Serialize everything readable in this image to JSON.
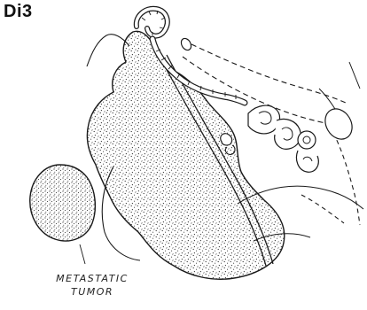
{
  "figure": {
    "panel_label": "Di3",
    "annotation_line1": "METASTATIC",
    "annotation_line2": "TUMOR",
    "ink_color": "#1a1a1a",
    "stipple_color": "#333333",
    "background_color": "#ffffff"
  }
}
